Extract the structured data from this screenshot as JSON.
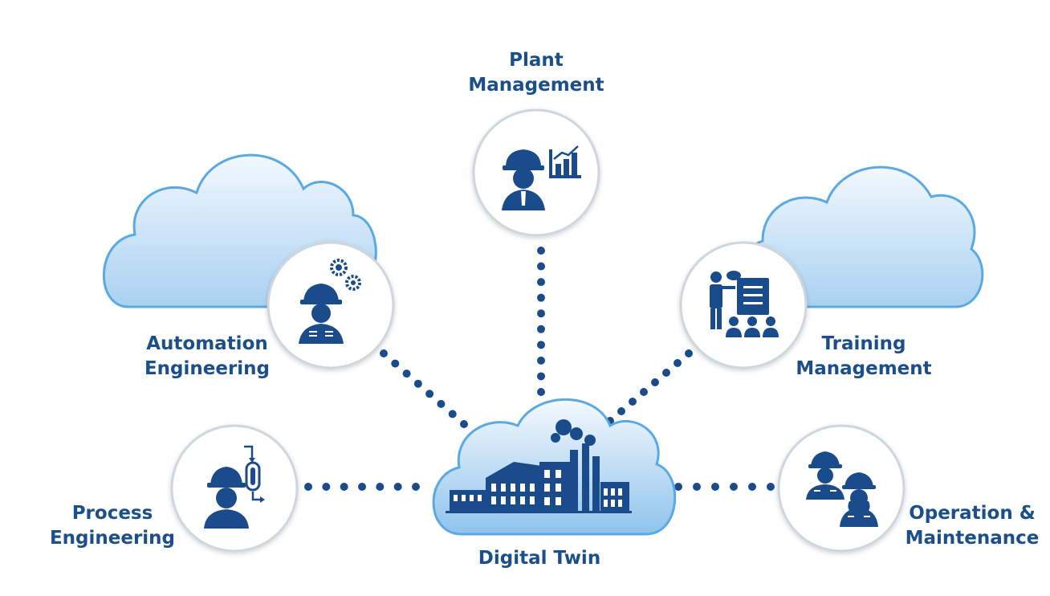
{
  "colors": {
    "brand_blue": "#1b4f8a",
    "icon_blue": "#1a4c8c",
    "cloud_light": "#e9f3fc",
    "cloud_dark": "#9bc8ec",
    "cloud_outline": "#5aa9e3",
    "circle_border": "#cfd6dd",
    "dot": "#1a4c8c"
  },
  "center": {
    "label": "Digital Twin",
    "icon": "factory-icon"
  },
  "nodes": [
    {
      "id": "plant-management",
      "line1": "Plant",
      "line2": "Management",
      "icon": "manager-chart-icon"
    },
    {
      "id": "automation-engineering",
      "line1": "Automation",
      "line2": "Engineering",
      "icon": "engineer-gears-icon"
    },
    {
      "id": "training-management",
      "line1": "Training",
      "line2": "Management",
      "icon": "presenter-audience-icon"
    },
    {
      "id": "process-engineering",
      "line1": "Process",
      "line2": "Engineering",
      "icon": "engineer-vessel-icon"
    },
    {
      "id": "operation-maintenance",
      "line1": "Operation &",
      "line2": "Maintenance",
      "icon": "two-workers-icon"
    }
  ]
}
